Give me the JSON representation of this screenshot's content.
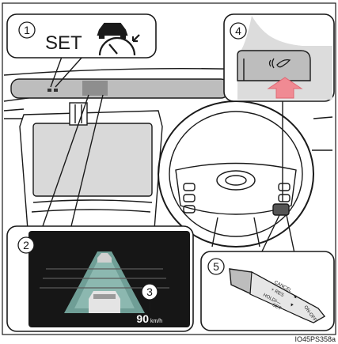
{
  "callouts": [
    "1",
    "2",
    "3",
    "4",
    "5"
  ],
  "panel1": {
    "text": "SET"
  },
  "panel2": {
    "speed_value": "90",
    "speed_unit": "km/h"
  },
  "panel5": {
    "lever_labels": [
      "CANCEL",
      "+ RES",
      "HOLD/—",
      "— SET",
      "ON-OFF",
      "▲",
      "▼"
    ]
  },
  "figure_id": "IO45PS358a",
  "colors": {
    "ink": "#1a1a1a",
    "shade": "#bdbdbd",
    "light_shade": "#dcdcdc",
    "display_bg": "#161616",
    "arrow_pink": "#f08a93"
  },
  "icons": [
    "radar-cruise-vehicle-icon",
    "lever-pull-icon",
    "press-arrow-icon"
  ]
}
